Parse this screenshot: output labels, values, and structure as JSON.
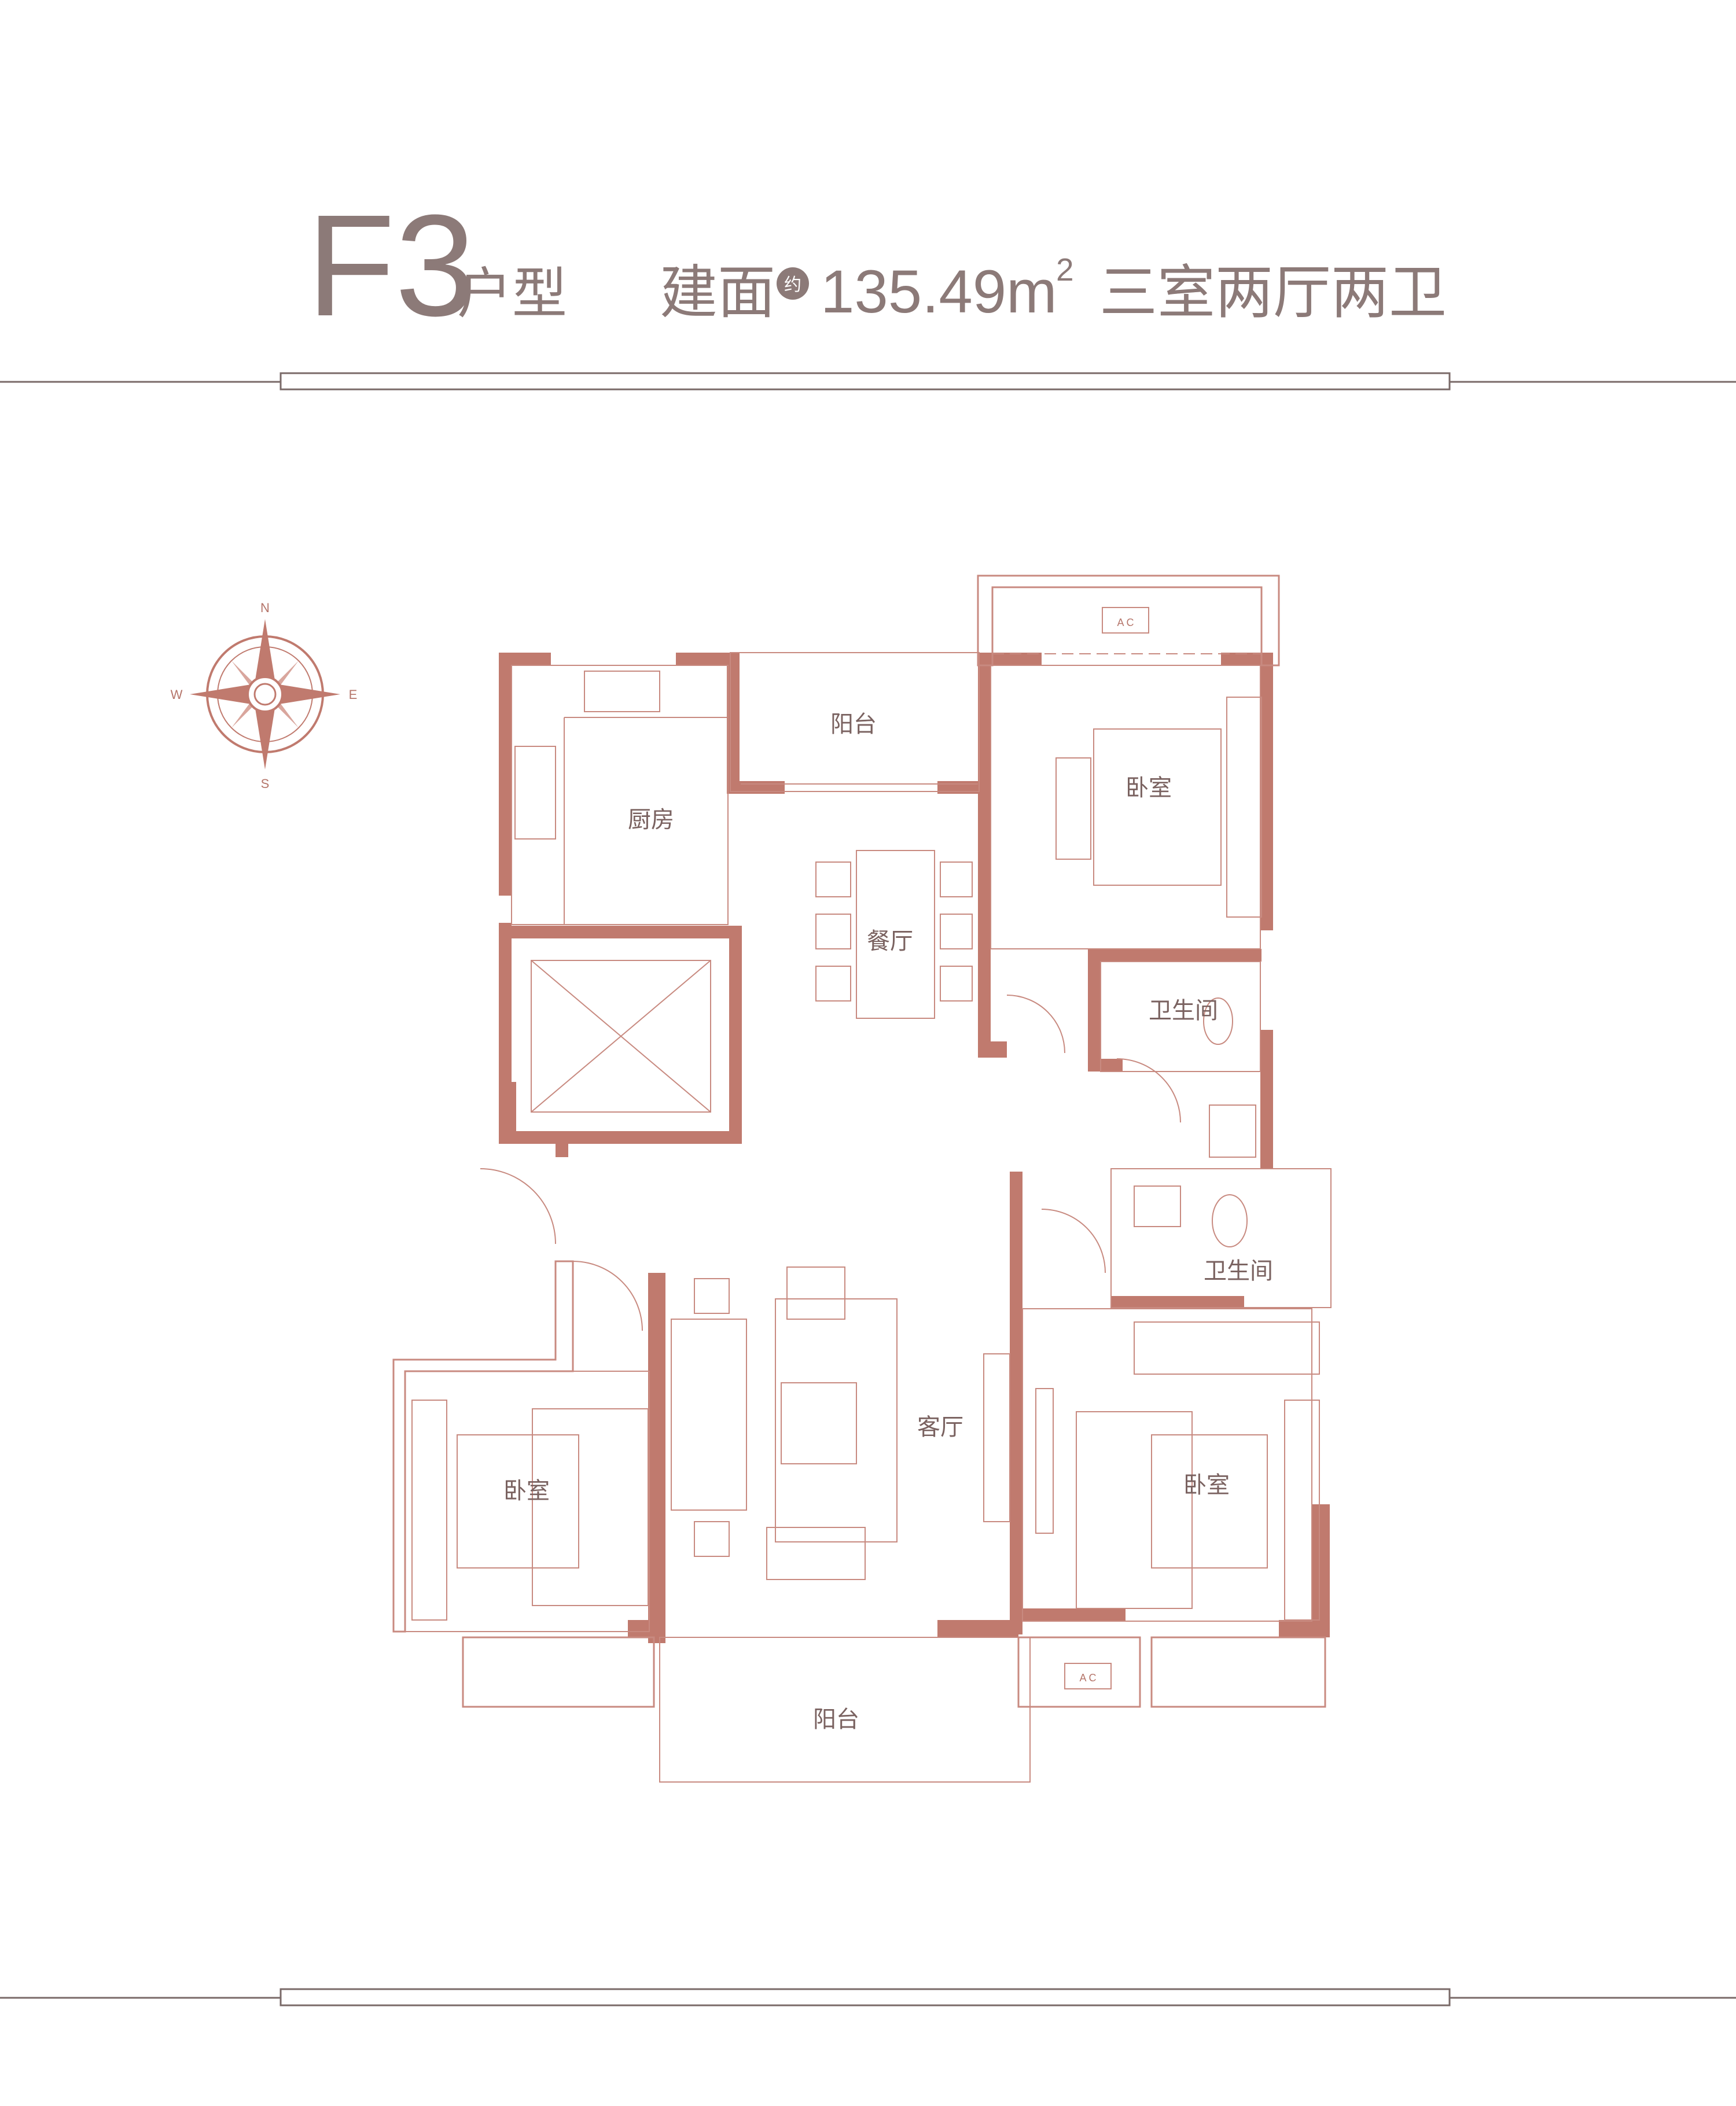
{
  "header": {
    "type_code": "F3",
    "type_suffix": "户型",
    "area_prefix": "建面",
    "area_badge": "约",
    "area_value": "135.49m",
    "area_sup": "2",
    "layout_desc": "三室两厅两卫"
  },
  "compass": {
    "n": "N",
    "s": "S",
    "e": "E",
    "w": "W"
  },
  "rooms": {
    "balcony_north": "阳台",
    "kitchen": "厨房",
    "dining": "餐厅",
    "bedroom_ne": "卧室",
    "bathroom_1": "卫生间",
    "bathroom_2": "卫生间",
    "living": "客厅",
    "bedroom_sw": "卧室",
    "bedroom_se": "卧室",
    "balcony_south": "阳台"
  },
  "ac_labels": {
    "north_unit": "A C",
    "south_unit": "A C"
  },
  "colors": {
    "wall": "#c07a6e",
    "line": "#c88a80",
    "text": "#8c7a78"
  }
}
